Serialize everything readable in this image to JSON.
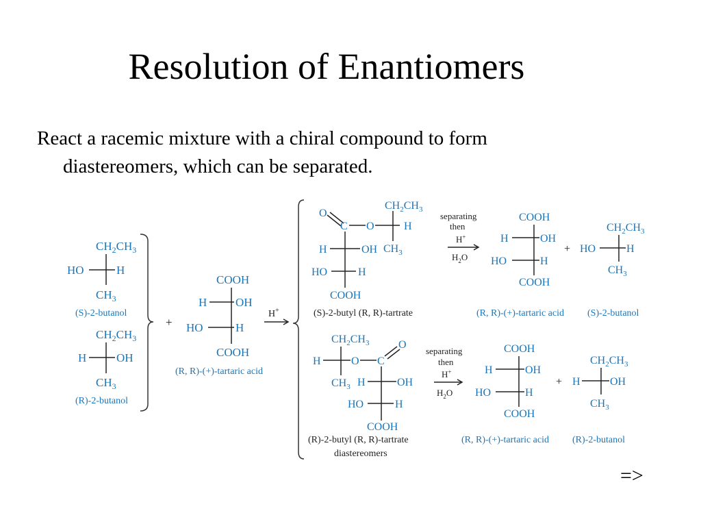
{
  "slide": {
    "title": "Resolution of Enantiomers",
    "body_line1": "React a racemic mixture with a chiral compound to form",
    "body_line2": "diastereomers, which can be separated.",
    "next_marker": "=>"
  },
  "scheme": {
    "colors": {
      "structure": "#1a75b8",
      "text": "#222222"
    },
    "s_butanol_label": "(S)-2-butanol",
    "r_butanol_label": "(R)-2-butanol",
    "tartaric_label": "(R, R)-(+)-tartaric acid",
    "s_butyl_tartrate_label": "(S)-2-butyl (R, R)-tartrate",
    "r_butyl_tartrate_label": "(R)-2-butyl (R, R)-tartrate",
    "diastereomers_label": "diastereomers",
    "product_tartaric_label": "(R, R)-(+)-tartaric acid",
    "product_s_butanol_label": "(S)-2-butanol",
    "product_r_butanol_label": "(R)-2-butanol",
    "plus": "+",
    "catalyst": "H+",
    "separating_line1": "separating",
    "separating_line2": "then",
    "water": "H2O",
    "groups": {
      "ethyl": "CH2CH3",
      "methyl": "CH3",
      "cooh": "COOH",
      "h": "H",
      "oh": "OH",
      "ho": "HO",
      "o": "O",
      "c": "C"
    }
  }
}
